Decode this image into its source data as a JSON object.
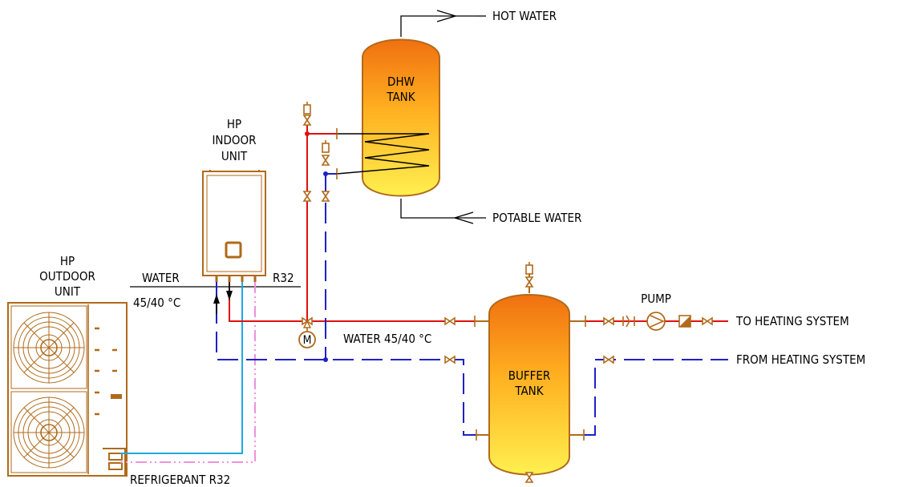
{
  "labels": {
    "hot_water": "HOT WATER",
    "potable_water": "POTABLE WATER",
    "dhw_tank_line1": "DHW",
    "dhw_tank_line2": "TANK",
    "indoor_line1": "HP",
    "indoor_line2": "INDOOR",
    "indoor_line3": "UNIT",
    "outdoor_line1": "HP",
    "outdoor_line2": "OUTDOOR",
    "outdoor_line3": "UNIT",
    "water": "WATER",
    "water_temp": "45/40 °C",
    "r32": "R32",
    "water_main": "WATER 45/40 °C",
    "pump": "PUMP",
    "to_heating": "TO HEATING SYSTEM",
    "from_heating": "FROM HEATING SYSTEM",
    "buffer_line1": "BUFFER",
    "buffer_line2": "TANK",
    "refrigerant": "REFRIGERANT R32",
    "motor": "M"
  },
  "colors": {
    "supply": "#e01010",
    "return": "#2020c8",
    "refrigerant_liquid": "#20a8e0",
    "refrigerant_gas": "#f090e0",
    "fittings": "#b06a1a",
    "tank_top": "#f07a10",
    "tank_bottom": "#ffe040"
  }
}
